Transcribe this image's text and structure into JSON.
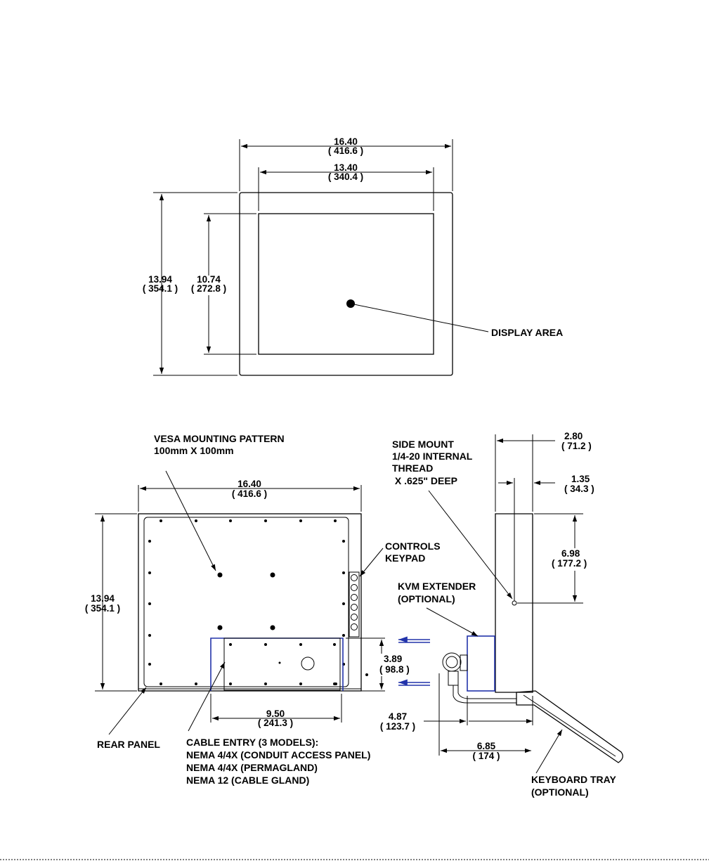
{
  "front_view": {
    "width_in": "16.40",
    "width_mm": "( 416.6 )",
    "display_width_in": "13.40",
    "display_width_mm": "( 340.4 )",
    "height_in": "13.94",
    "height_mm": "( 354.1 )",
    "display_height_in": "10.74",
    "display_height_mm": "( 272.8 )",
    "display_area_label": "DISPLAY AREA"
  },
  "rear_view": {
    "vesa_line1": "VESA MOUNTING PATTERN",
    "vesa_line2": "100mm X 100mm",
    "width_in": "16.40",
    "width_mm": "( 416.6 )",
    "height_in": "13.94",
    "height_mm": "( 354.1 )",
    "controls_line1": "CONTROLS",
    "controls_line2": "KEYPAD",
    "cable_panel_height_in": "3.89",
    "cable_panel_height_mm": "( 98.8 )",
    "cable_panel_width_in": "9.50",
    "cable_panel_width_mm": "( 241.3 )",
    "rear_panel_label": "REAR PANEL",
    "cable_entry_lines": [
      "CABLE ENTRY (3 MODELS):",
      "NEMA 4/4X (CONDUIT ACCESS PANEL)",
      "NEMA 4/4X (PERMAGLAND)",
      "NEMA 12 (CABLE GLAND)"
    ]
  },
  "side_view": {
    "side_mount_lines": [
      "SIDE MOUNT",
      "1/4-20 INTERNAL",
      "THREAD",
      " X .625\" DEEP"
    ],
    "depth_in": "2.80",
    "depth_mm": "( 71.2 )",
    "mount_offset_in": "1.35",
    "mount_offset_mm": "( 34.3 )",
    "mount_height_in": "6.98",
    "mount_height_mm": "( 177.2 )",
    "kvm_line1": "KVM EXTENDER",
    "kvm_line2": "(OPTIONAL)",
    "kvm_depth_in": "4.87",
    "kvm_depth_mm": "( 123.7 )",
    "tray_depth_in": "6.85",
    "tray_depth_mm": "( 174 )",
    "keyboard_line1": "KEYBOARD TRAY",
    "keyboard_line2": "(OPTIONAL)"
  },
  "colors": {
    "line": "#000000",
    "accent_blue": "#2233aa"
  }
}
